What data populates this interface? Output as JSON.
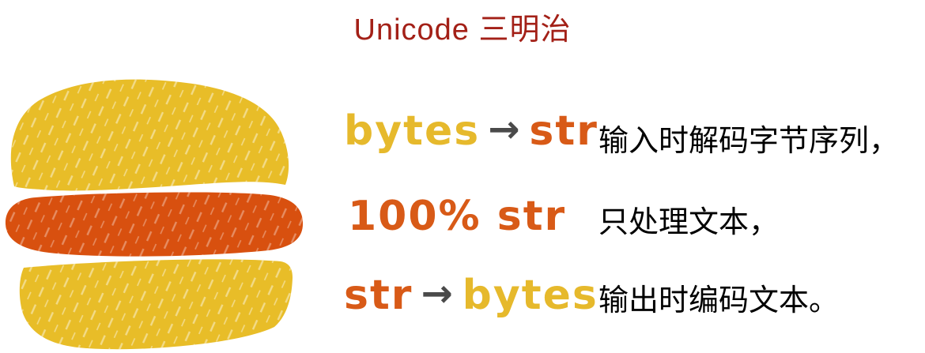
{
  "title": "Unicode 三明治",
  "colors": {
    "title_color": "#A32017",
    "bun_yellow": "#E8BD28",
    "patty_orange": "#D8500F",
    "code_yellow": "#E6B92C",
    "code_orange": "#D85A17",
    "arrow_gray": "#4A4A4A",
    "note_color": "#000000"
  },
  "sandwich": {
    "parts": [
      "top-bun",
      "patty",
      "bottom-bun"
    ]
  },
  "rows": [
    {
      "left": "bytes",
      "arrow": "→",
      "right": "str",
      "note": "输入时解码字节序列，"
    },
    {
      "code": "100% str",
      "note": "只处理文本，"
    },
    {
      "left": "str",
      "arrow": "→",
      "right": "bytes",
      "note": "输出时编码文本。"
    }
  ]
}
